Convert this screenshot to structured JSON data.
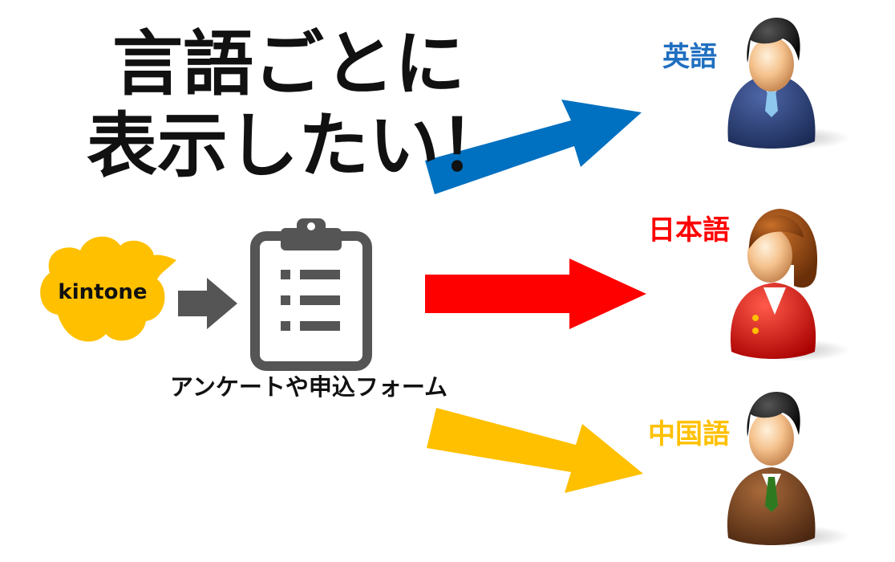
{
  "title": {
    "line1": "言語ごとに",
    "line2": "表示したい！"
  },
  "source": {
    "logo_text": "kintone",
    "form_caption": "アンケートや申込フォーム"
  },
  "languages": [
    {
      "label": "英語",
      "color": "#1f6fc0",
      "arrow_color": "#0070c0",
      "person": "man-blue-suit-icon"
    },
    {
      "label": "日本語",
      "color": "#ff0000",
      "arrow_color": "#ff0000",
      "person": "woman-red-suit-icon"
    },
    {
      "label": "中国語",
      "color": "#ffc000",
      "arrow_color": "#ffc000",
      "person": "man-brown-suit-icon"
    }
  ],
  "colors": {
    "title": "#111111",
    "kintone_cloud": "#ffc000",
    "small_arrow": "#555555",
    "clipboard": "#555555"
  }
}
